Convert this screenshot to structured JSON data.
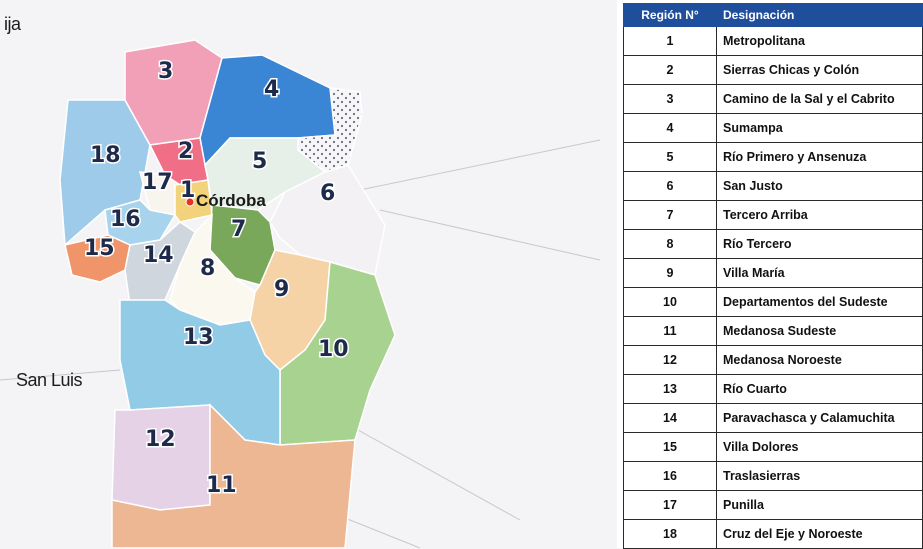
{
  "map": {
    "labels": {
      "top_left": "ija",
      "west": "San Luis",
      "capital": "Córdoba"
    },
    "regions": [
      {
        "num": "1",
        "color": "#f2d27a"
      },
      {
        "num": "2",
        "color": "#f06e86"
      },
      {
        "num": "3",
        "color": "#f2a0b8"
      },
      {
        "num": "4",
        "color": "#3a85d4"
      },
      {
        "num": "5",
        "color": "#e6f0e8"
      },
      {
        "num": "6",
        "color": "#f3f1f4"
      },
      {
        "num": "7",
        "color": "#79a85a"
      },
      {
        "num": "8",
        "color": "#fbf9ef"
      },
      {
        "num": "9",
        "color": "#f6d3a6"
      },
      {
        "num": "10",
        "color": "#a8d28f"
      },
      {
        "num": "11",
        "color": "#ecb792"
      },
      {
        "num": "12",
        "color": "#e5d2e7"
      },
      {
        "num": "13",
        "color": "#92cbe6"
      },
      {
        "num": "14",
        "color": "#d0d6de"
      },
      {
        "num": "15",
        "color": "#f0956a"
      },
      {
        "num": "16",
        "color": "#a8d3ec"
      },
      {
        "num": "17",
        "color": "#f8f4ee"
      },
      {
        "num": "18",
        "color": "#9ecbea"
      }
    ]
  },
  "legend": {
    "header_num": "Región N°",
    "header_name": "Designación",
    "header_color": "#1f4e9c",
    "rows": [
      {
        "num": "1",
        "name": "Metropolitana"
      },
      {
        "num": "2",
        "name": "Sierras Chicas y Colón"
      },
      {
        "num": "3",
        "name": "Camino de la Sal y el Cabrito"
      },
      {
        "num": "4",
        "name": "Sumampa"
      },
      {
        "num": "5",
        "name": "Río Primero y Ansenuza"
      },
      {
        "num": "6",
        "name": "San Justo"
      },
      {
        "num": "7",
        "name": "Tercero Arriba"
      },
      {
        "num": "8",
        "name": "Río Tercero"
      },
      {
        "num": "9",
        "name": "Villa María"
      },
      {
        "num": "10",
        "name": "Departamentos del Sudeste"
      },
      {
        "num": "11",
        "name": "Medanosa Sudeste"
      },
      {
        "num": "12",
        "name": "Medanosa Noroeste"
      },
      {
        "num": "13",
        "name": "Río Cuarto"
      },
      {
        "num": "14",
        "name": "Paravachasca y Calamuchita"
      },
      {
        "num": "15",
        "name": "Villa Dolores"
      },
      {
        "num": "16",
        "name": "Traslasierras"
      },
      {
        "num": "17",
        "name": "Punilla"
      },
      {
        "num": "18",
        "name": "Cruz del Eje y Noroeste"
      }
    ]
  }
}
